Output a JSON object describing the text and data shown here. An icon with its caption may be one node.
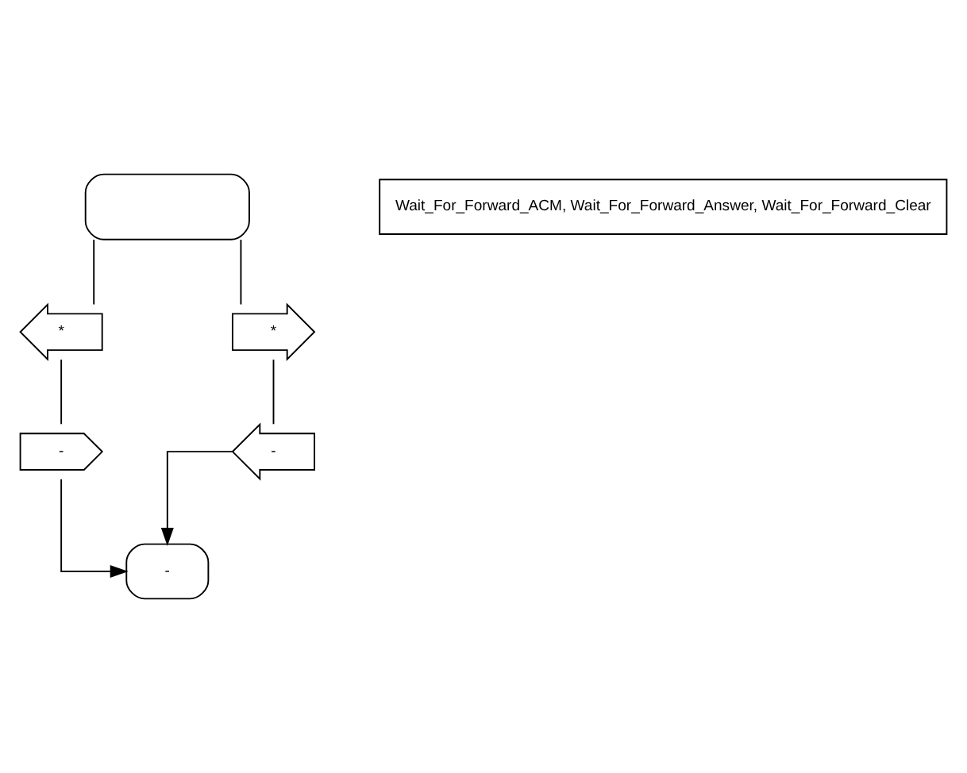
{
  "diagram": {
    "nodes": [
      {
        "text": [],
        "shape": "state"
      },
      {
        "text": [
          "Wait_For_Forward_ACM, Wait_For_Forward_Answer, Wait_For_Forward_Clear"
        ]
      },
      {
        "text": [
          "*"
        ]
      },
      {
        "text": [
          "*"
        ]
      },
      {
        "text": [
          "-"
        ]
      },
      {
        "text": [
          "-"
        ]
      },
      {
        "text": [
          "-"
        ]
      }
    ],
    "edges": [
      {
        "from": 0,
        "to": 2,
        "arrow": "none"
      },
      {
        "from": 0,
        "to": 3,
        "arrow": "none"
      },
      {
        "from": 2,
        "to": 4,
        "arrow": "none"
      },
      {
        "from": 3,
        "to": 5,
        "arrow": "none"
      },
      {
        "from": 4,
        "to": 6,
        "arrow": "to"
      },
      {
        "from": 5,
        "to": 6,
        "arrow": "to"
      }
    ]
  }
}
